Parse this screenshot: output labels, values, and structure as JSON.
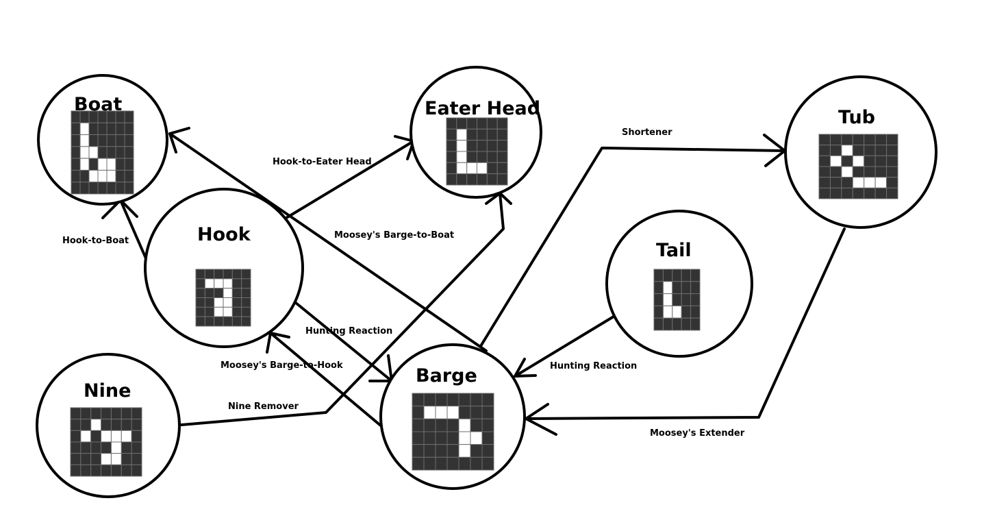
{
  "nodes": [
    {
      "id": "boat",
      "title": "Boat",
      "grid": [
        "0000000",
        "0100000",
        "0100000",
        "0110000",
        "0101100",
        "0011100",
        "0000000"
      ]
    },
    {
      "id": "eater-head",
      "title": "Eater Head",
      "grid": [
        "000000",
        "010000",
        "010000",
        "010000",
        "011100",
        "000000"
      ]
    },
    {
      "id": "tub",
      "title": "Tub",
      "grid": [
        "0000000",
        "0010000",
        "0101000",
        "0010000",
        "0001110",
        "0000000"
      ]
    },
    {
      "id": "hook",
      "title": "Hook",
      "grid": [
        "000000",
        "011100",
        "000100",
        "001100",
        "001100",
        "000000"
      ]
    },
    {
      "id": "tail",
      "title": "Tail",
      "grid": [
        "00000",
        "01000",
        "01000",
        "01100",
        "00000"
      ]
    },
    {
      "id": "nine",
      "title": "Nine",
      "grid": [
        "0000000",
        "0010000",
        "0101110",
        "0000100",
        "0001100",
        "0000000"
      ]
    },
    {
      "id": "barge",
      "title": "Barge",
      "grid": [
        "0000000",
        "0111000",
        "0000100",
        "0000110",
        "0000100",
        "0000000"
      ]
    }
  ],
  "edges": [
    {
      "id": "hook-to-boat",
      "label": "Hook-to-Boat"
    },
    {
      "id": "hook-to-eater-head",
      "label": "Hook-to-Eater Head"
    },
    {
      "id": "mooseys-barge-to-boat",
      "label": "Moosey's Barge-to-Boat"
    },
    {
      "id": "hunting-reaction-hook",
      "label": "Hunting Reaction"
    },
    {
      "id": "mooseys-barge-to-hook",
      "label": "Moosey's Barge-to-Hook"
    },
    {
      "id": "nine-remover",
      "label": "Nine Remover"
    },
    {
      "id": "shortener",
      "label": "Shortener"
    },
    {
      "id": "hunting-reaction-tail",
      "label": "Hunting Reaction"
    },
    {
      "id": "mooseys-extender",
      "label": "Moosey's Extender"
    }
  ],
  "colors": {
    "stroke": "#000000",
    "cell_dead": "#333333",
    "cell_alive": "#ffffff",
    "grid_line": "#6e6e6e",
    "background": "#ffffff"
  }
}
